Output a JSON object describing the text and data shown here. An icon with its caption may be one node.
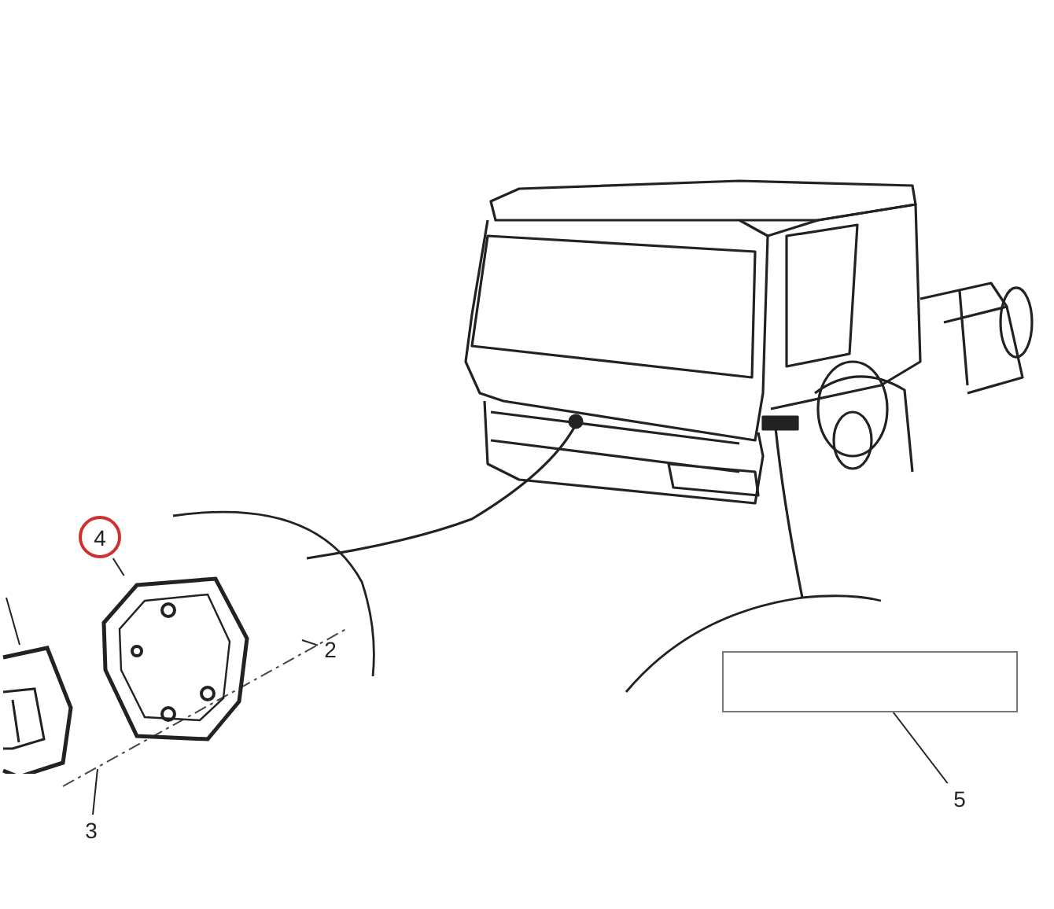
{
  "diagram": {
    "nodes": [
      {
        "text": [
          "4"
        ]
      },
      {
        "text": [
          "2"
        ]
      },
      {
        "text": [
          "3"
        ]
      },
      {
        "text": [
          "5"
        ]
      },
      {
        "text": [],
        "shape": "picture"
      },
      {
        "text": [],
        "shape": "picture"
      },
      {
        "text": [],
        "shape": "box"
      }
    ],
    "edges": [
      {
        "from": 0,
        "to": 5,
        "arrow": "none"
      },
      {
        "from": 1,
        "to": null,
        "arrow": "none"
      },
      {
        "from": 2,
        "to": null,
        "arrow": "none"
      },
      {
        "from": 3,
        "to": 6,
        "arrow": "none"
      },
      {
        "from": null,
        "to": 4,
        "arrow": "none"
      }
    ]
  }
}
